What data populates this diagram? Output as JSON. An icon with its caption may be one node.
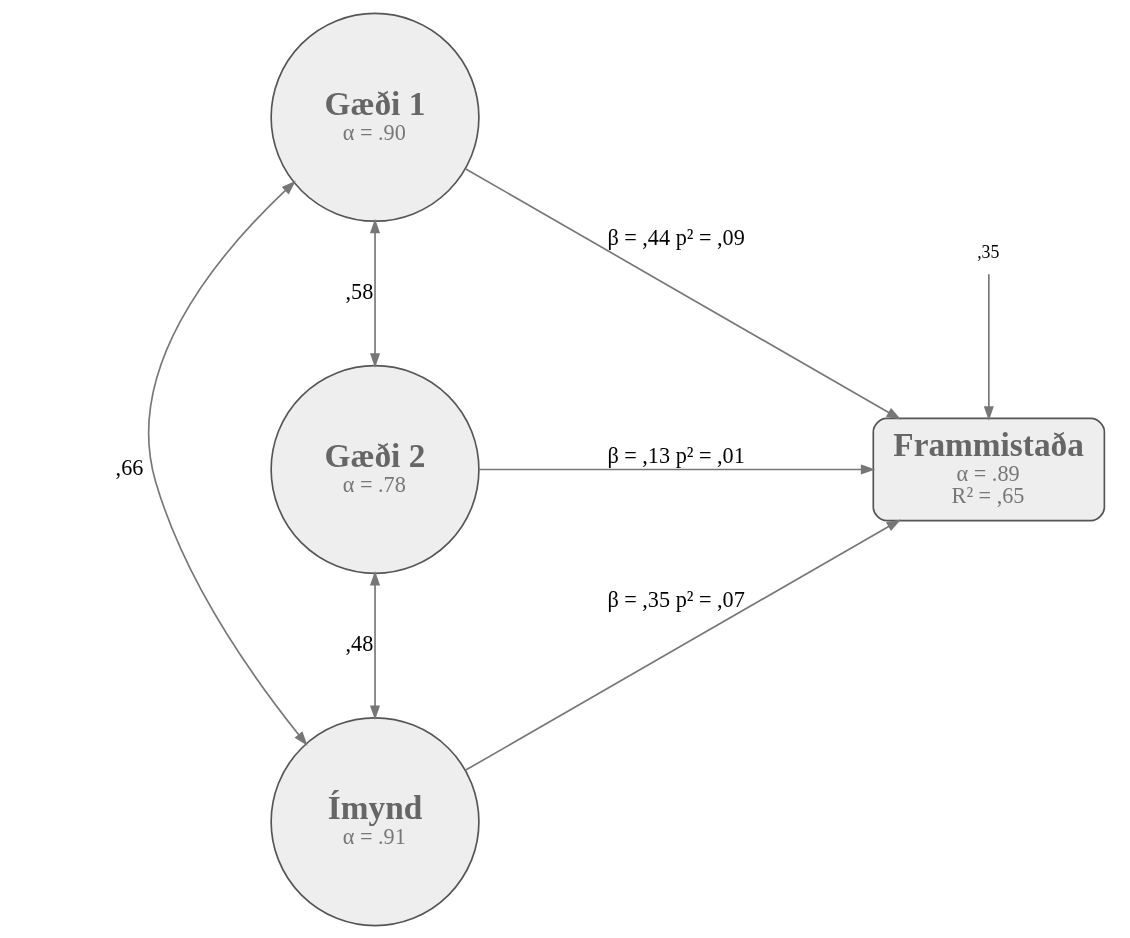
{
  "diagram": {
    "nodes": [
      {
        "text": [
          "Gæði 1",
          "α = .90"
        ]
      },
      {
        "text": [
          "Gæði 2",
          "α = .78"
        ]
      },
      {
        "text": [
          "Ímynd",
          "α = .91"
        ]
      },
      {
        "text": [
          "Frammistaða",
          "α = .89",
          "R² = ,65"
        ]
      },
      {
        "text": [
          ",35"
        ]
      }
    ],
    "edges": [
      {
        "from": 0,
        "to": 3,
        "arrow": "to",
        "label": "β = ,44 p² = ,09"
      },
      {
        "from": 1,
        "to": 3,
        "arrow": "to",
        "label": "β = ,13 p² = ,01"
      },
      {
        "from": 2,
        "to": 3,
        "arrow": "to",
        "label": "β = ,35 p² = ,07"
      },
      {
        "from": 0,
        "to": 1,
        "arrow": "both",
        "label": ",58"
      },
      {
        "from": 1,
        "to": 2,
        "arrow": "both",
        "label": ",48"
      },
      {
        "from": 0,
        "to": 2,
        "arrow": "both",
        "label": ",66"
      },
      {
        "from": 4,
        "to": 3,
        "arrow": "to"
      }
    ]
  }
}
